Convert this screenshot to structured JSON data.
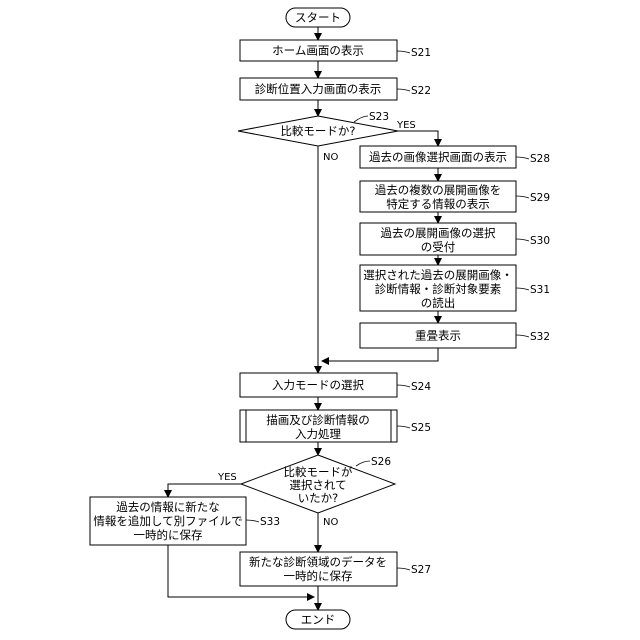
{
  "nodes": {
    "start": {
      "label": "スタート"
    },
    "s21": {
      "label": "ホーム画面の表示",
      "step": "S21"
    },
    "s22": {
      "label": "診断位置入力画面の表示",
      "step": "S22"
    },
    "s23": {
      "label": "比較モードか?",
      "step": "S23"
    },
    "s28": {
      "label": "過去の画像選択画面の表示",
      "step": "S28"
    },
    "s29": {
      "lines": [
        "過去の複数の展開画像を",
        "特定する情報の表示"
      ],
      "step": "S29"
    },
    "s30": {
      "lines": [
        "過去の展開画像の選択",
        "の受付"
      ],
      "step": "S30"
    },
    "s31": {
      "lines": [
        "選択された過去の展開画像・",
        "診断情報・診断対象要素",
        "の読出"
      ],
      "step": "S31"
    },
    "s32": {
      "label": "重畳表示",
      "step": "S32"
    },
    "s24": {
      "label": "入力モードの選択",
      "step": "S24"
    },
    "s25": {
      "lines": [
        "描画及び診断情報の",
        "入力処理"
      ],
      "step": "S25"
    },
    "s26": {
      "lines": [
        "比較モードが",
        "選択されて",
        "いたか?"
      ],
      "step": "S26"
    },
    "s33": {
      "lines": [
        "過去の情報に新たな",
        "情報を追加して別ファイルで",
        "一時的に保存"
      ],
      "step": "S33"
    },
    "s27": {
      "lines": [
        "新たな診断領域のデータを",
        "一時的に保存"
      ],
      "step": "S27"
    },
    "end": {
      "label": "エンド"
    }
  },
  "branches": {
    "s23_yes": "YES",
    "s23_no": "NO",
    "s26_yes": "YES",
    "s26_no": "NO"
  }
}
